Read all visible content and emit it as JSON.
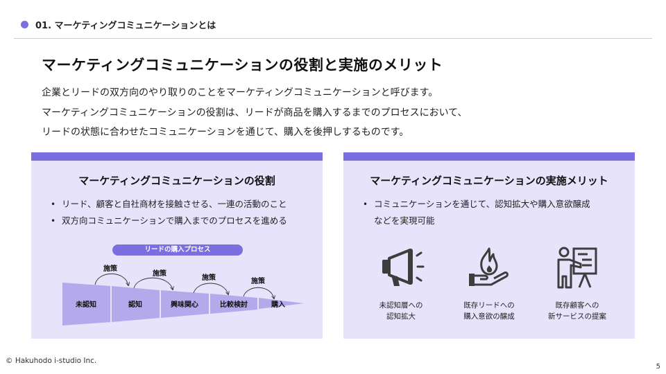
{
  "header": {
    "section_label": "01. マーケティングコミュニケーションとは"
  },
  "title": "マーケティングコミュニケーションの役割と実施のメリット",
  "intro": [
    "企業とリードの双方向のやり取りのことをマーケティングコミュニケーションと呼びます。",
    "マーケティングコミュニケーションの役割は、リードが商品を購入するまでのプロセスにおいて、",
    "リードの状態に合わせたコミュニケーションを通じて、購入を後押しするものです。"
  ],
  "left_card": {
    "title": "マーケティングコミュニケーションの役割",
    "bullets": [
      "リード、顧客と自社商材を接触させる、一連の活動のこと",
      "双方向コミュニケーションで購入までのプロセスを進める"
    ],
    "process": {
      "pill": "リードの購入プロセス",
      "stages": [
        "未認知",
        "認知",
        "興味関心",
        "比較検討",
        "購入"
      ],
      "measure_label": "施策"
    }
  },
  "right_card": {
    "title": "マーケティングコミュニケーションの実施メリット",
    "bullet_line1": "コミュニケーションを通じて、認知拡大や購入意欲醸成",
    "bullet_line2": "などを実現可能",
    "icons": [
      {
        "icon": "megaphone-icon",
        "caption1": "未認知層への",
        "caption2": "認知拡大"
      },
      {
        "icon": "hand-flame-icon",
        "caption1": "既存リードへの",
        "caption2": "購入意欲の醸成"
      },
      {
        "icon": "presenter-board-icon",
        "caption1": "既存顧客への",
        "caption2": "新サービスの提案"
      }
    ]
  },
  "footer": {
    "copyright": "© Hakuhodo i-studio Inc.",
    "page": "5"
  },
  "colors": {
    "accent": "#7b6ee0",
    "card_bg": "#e6e3fb",
    "funnel": "#b4a9eb"
  }
}
